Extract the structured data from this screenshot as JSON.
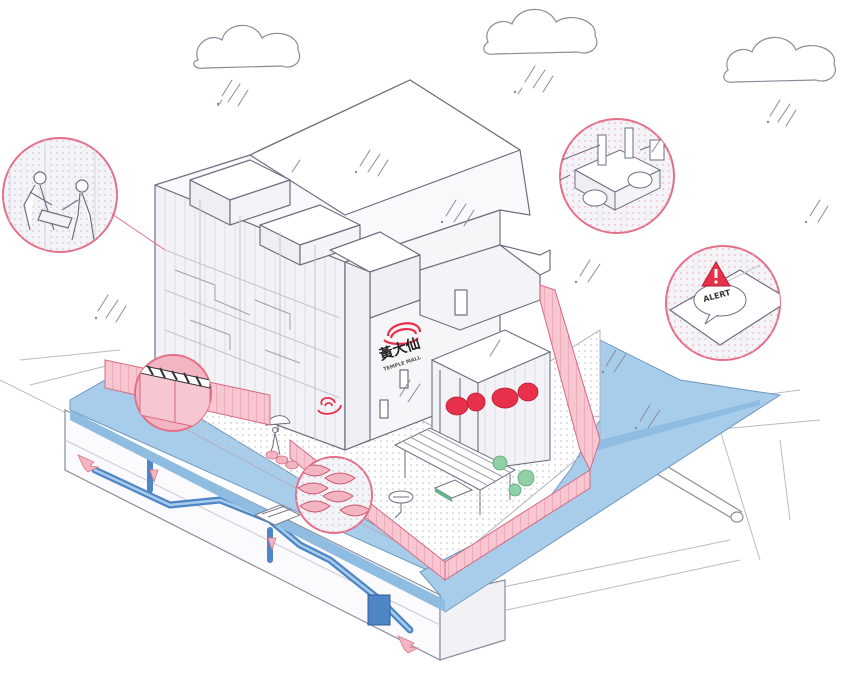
{
  "illustration": {
    "sign": {
      "chinese": "黃大仙",
      "english": "TEMPLE MALL",
      "logo": "wong-tai-sin-swirl-logo"
    },
    "alert_bubble": {
      "label": "ALERT",
      "icon": "warning-triangle-icon"
    },
    "colors": {
      "flood_water": "#a8cdea",
      "pipe_blue": "#4f86c6",
      "barrier_pink": "#f3b5c2",
      "accent_red": "#e8304a",
      "line_gray": "#7b7d8c",
      "building_fill": "#f6f5f8"
    },
    "callouts": [
      {
        "name": "workers-maintenance-callout",
        "icon": "workers-icon"
      },
      {
        "name": "pump-room-callout",
        "icon": "pump-icon"
      },
      {
        "name": "flood-alert-phone-callout",
        "icon": "phone-alert-icon"
      },
      {
        "name": "flood-gate-callout",
        "icon": "flood-gate-icon"
      },
      {
        "name": "sandbag-callout",
        "icon": "sandbag-icon"
      }
    ]
  }
}
